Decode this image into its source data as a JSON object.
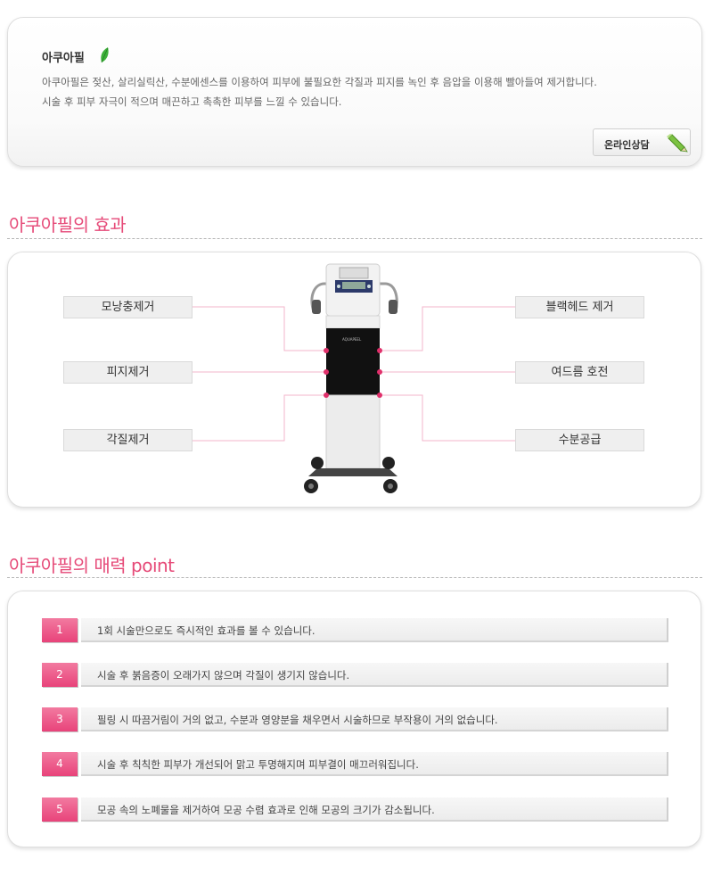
{
  "intro": {
    "title": "아쿠아필",
    "line1": "아쿠아필은 젖산, 살리실릭산, 수분에센스를 이용하여 피부에 불필요한 각질과 피지를 녹인 후 음압을 이용해 빨아들여 제거합니다.",
    "line2": "시술 후 피부 자극이 적으며 매끈하고 촉촉한 피부를 느낄 수 있습니다.",
    "consult_label": "온라인상담"
  },
  "effect": {
    "title": "아쿠아필의 효과",
    "left_labels": [
      "모낭충제거",
      "피지제거",
      "각질제거"
    ],
    "right_labels": [
      "블랙헤드 제거",
      "여드름 호전",
      "수분공급"
    ],
    "device_brand": "AQUAPEEL"
  },
  "point": {
    "title": "아쿠아필의 매력 point",
    "items": [
      {
        "num": "1",
        "text": "1회 시술만으로도 즉시적인 효과를 볼 수 있습니다."
      },
      {
        "num": "2",
        "text": "시술 후 붉음증이 오래가지 않으며 각질이 생기지 않습니다."
      },
      {
        "num": "3",
        "text": "필링 시 따끔거림이 거의 없고, 수분과 영양분을 채우면서 시술하므로 부작용이 거의 없습니다."
      },
      {
        "num": "4",
        "text": "시술 후 칙칙한 피부가 개선되어 맑고 투명해지며 피부결이 매끄러워집니다."
      },
      {
        "num": "5",
        "text": "모공 속의 노폐물을 제거하여 모공 수렴 효과로 인해 모공의 크기가 감소됩니다."
      }
    ]
  },
  "colors": {
    "accent": "#e64a78",
    "dot": "#e0306b",
    "line": "#f3b6cb"
  }
}
